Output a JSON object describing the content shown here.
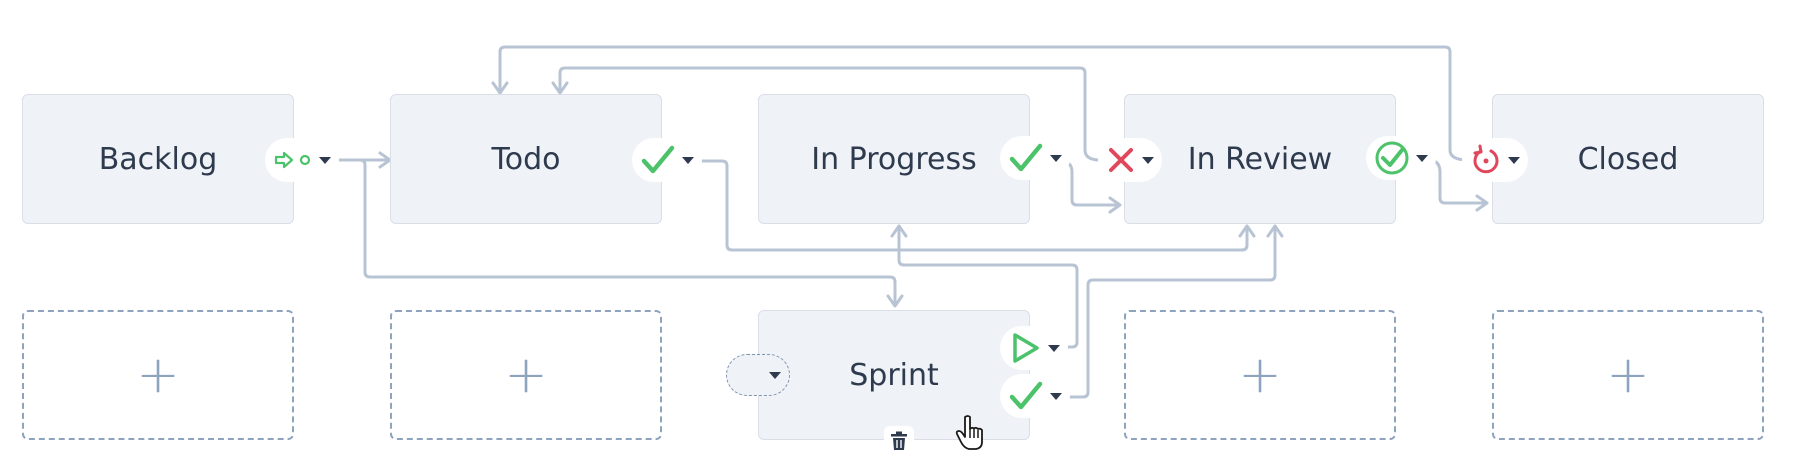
{
  "workflow": {
    "states": [
      {
        "id": "backlog",
        "label": "Backlog"
      },
      {
        "id": "todo",
        "label": "Todo"
      },
      {
        "id": "in_progress",
        "label": "In Progress"
      },
      {
        "id": "in_review",
        "label": "In Review"
      },
      {
        "id": "closed",
        "label": "Closed"
      },
      {
        "id": "sprint",
        "label": "Sprint"
      }
    ],
    "empty_slot_label": "+",
    "colors": {
      "box_fill": "#eff2f7",
      "box_border": "#d9dee7",
      "connector": "#b8c4d4",
      "success_green": "#4cc36a",
      "danger_red": "#e0475d",
      "dashed_border": "#8ea3be",
      "text": "#2e3a4d"
    },
    "icons": {
      "backlog_action": "arrow-start-icon",
      "todo_action": "check-icon",
      "in_progress_action": "check-icon",
      "in_review_reject": "x-icon",
      "in_review_approve": "check-circle-icon",
      "closed_action": "reopen-icon",
      "sprint_start": "play-icon",
      "sprint_complete": "check-icon",
      "sprint_delete": "trash-icon",
      "cursor": "hand-pointer-icon"
    }
  }
}
